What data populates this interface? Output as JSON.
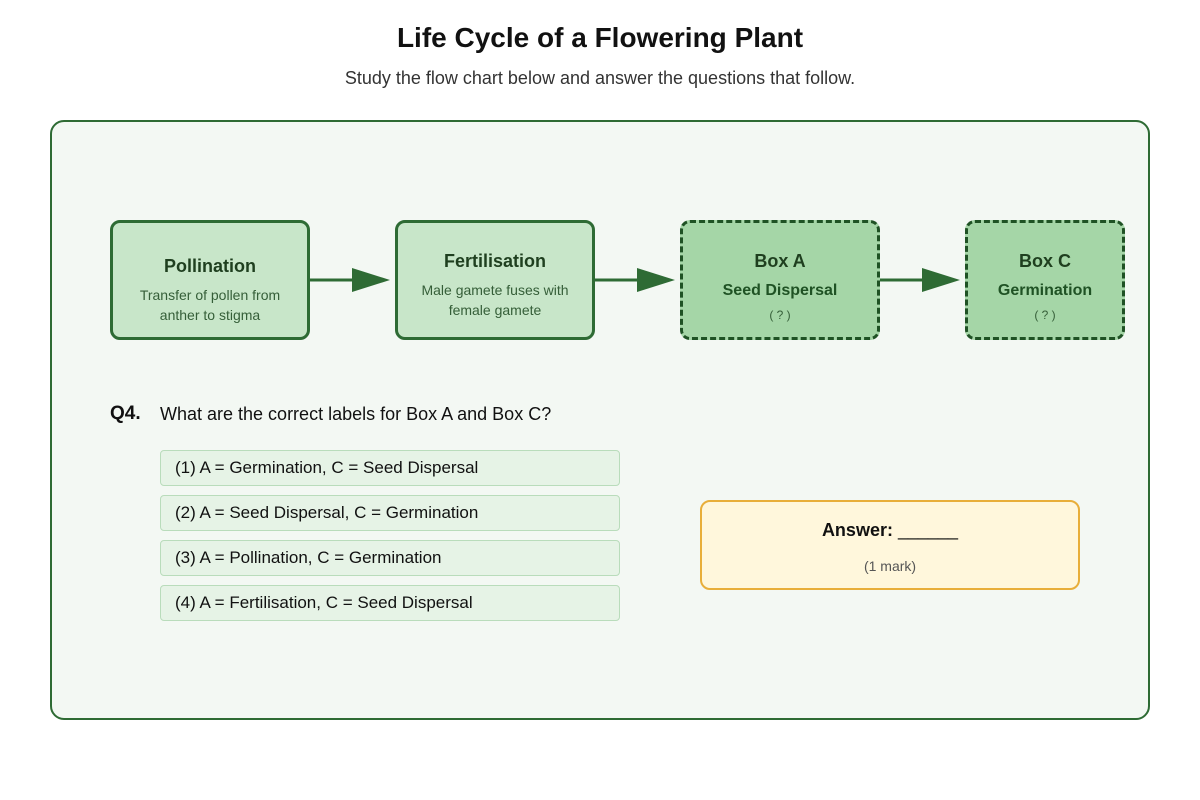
{
  "header": {
    "title": "Life Cycle of a Flowering Plant",
    "subtitle": "Study the flow chart below and answer the questions that follow."
  },
  "flow": {
    "boxes": [
      {
        "title": "Pollination",
        "desc_line1": "Transfer of pollen from",
        "desc_line2": "anther to stigma"
      },
      {
        "title": "Fertilisation",
        "desc_line1": "Male gamete fuses with",
        "desc_line2": "female gamete"
      },
      {
        "title": "Box A",
        "label": "Seed Dispersal",
        "hint": "( ? )"
      },
      {
        "title": "Box C",
        "label": "Germination",
        "hint": "( ? )"
      }
    ],
    "colors": {
      "border": "#2e6b34",
      "fill_solid": "#c8e6c9",
      "fill_unknown": "#a5d6a7",
      "arrow": "#2e6b34"
    }
  },
  "question": {
    "number": "Q4.",
    "text": "What are the correct labels for Box A and Box C?",
    "options": [
      "(1) A = Germination, C = Seed Dispersal",
      "(2) A = Seed Dispersal, C = Germination",
      "(3) A = Pollination, C = Germination",
      "(4) A = Fertilisation, C = Seed Dispersal"
    ]
  },
  "answer": {
    "label": "Answer:",
    "blank": "______",
    "marks": "(1 mark)",
    "colors": {
      "fill": "#fff7dc",
      "border": "#e8ae3a"
    }
  }
}
